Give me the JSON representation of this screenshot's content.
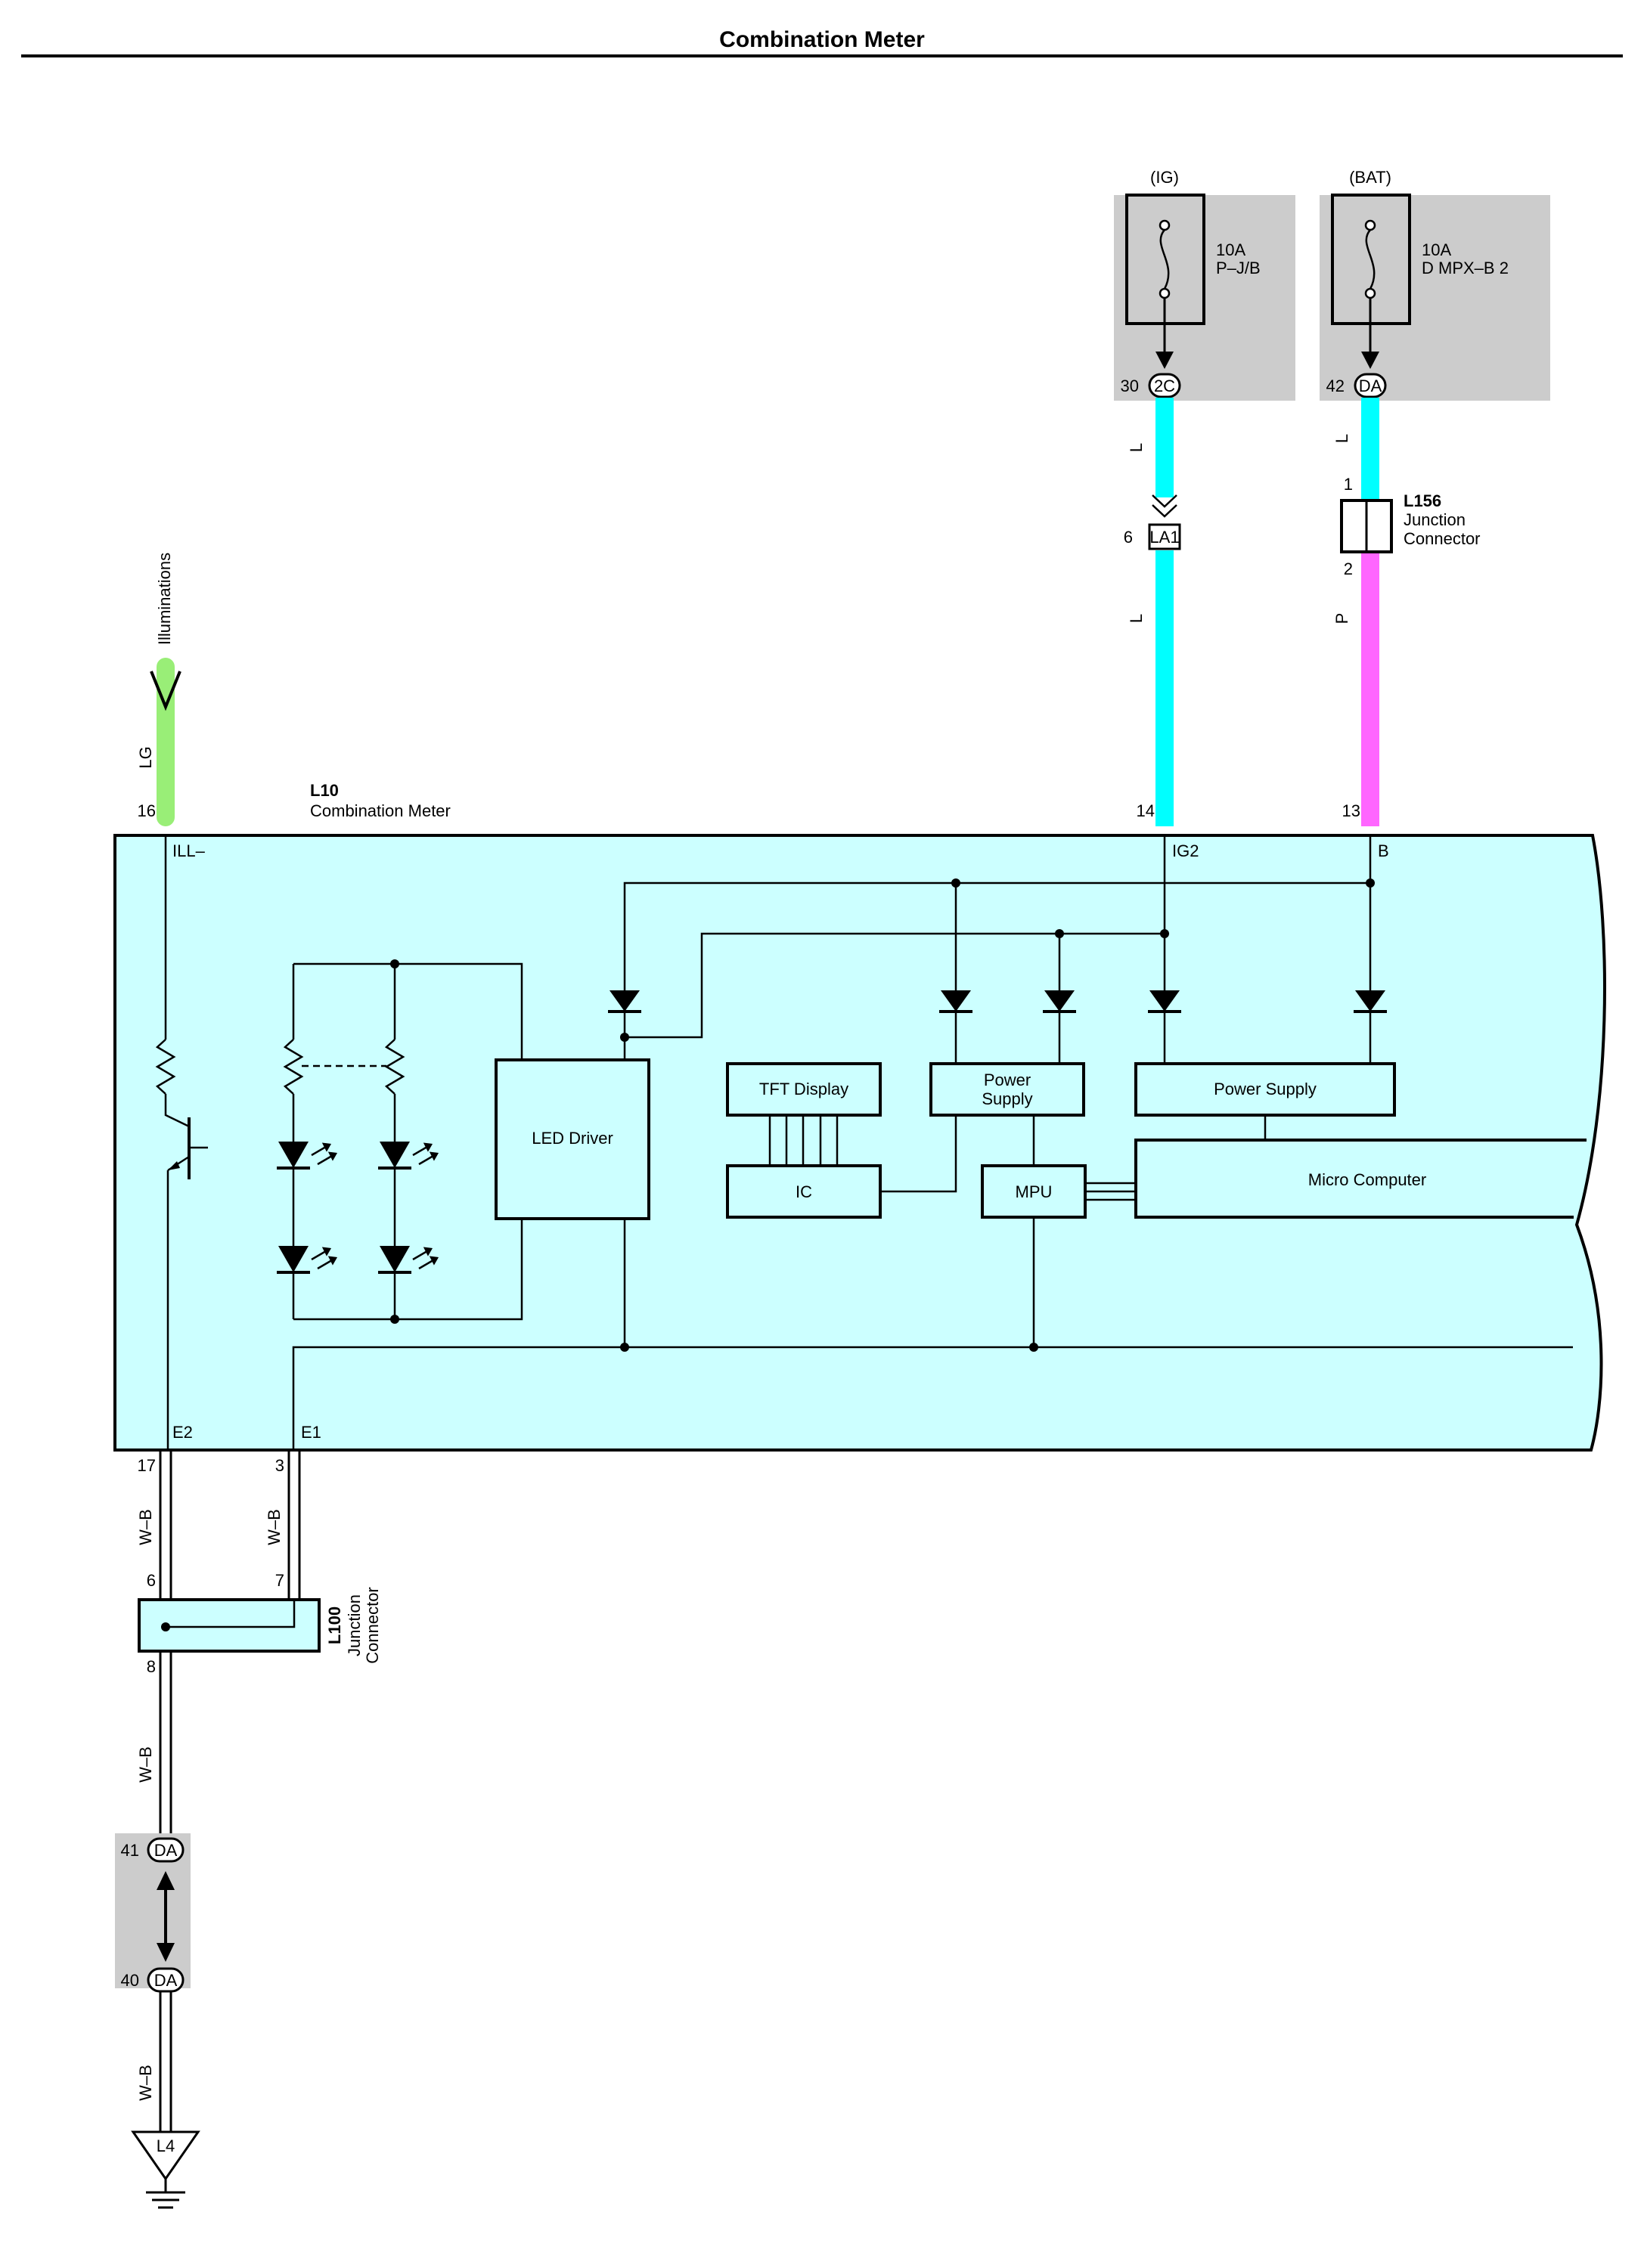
{
  "title": "Combination Meter",
  "colors": {
    "meter_fill": "#ccffff",
    "shade": "#cccccc",
    "wire_L": "#00ffff",
    "wire_P": "#ff66ff",
    "wire_LG": "#99ee77"
  },
  "sources": {
    "ig": {
      "label": "(IG)",
      "amp": "10A",
      "name": "P–J/B",
      "pin": "30",
      "connector": "2C"
    },
    "bat": {
      "label": "(BAT)",
      "amp": "10A",
      "name": "D MPX–B 2",
      "pin": "42",
      "connector": "DA"
    }
  },
  "wires": {
    "ig_upper": "L",
    "ig_lower": "L",
    "bat_upper": "L",
    "bat_lower": "P",
    "illum": "LG",
    "e2_upper": "W–B",
    "e1": "W–B",
    "gnd_mid": "W–B",
    "gnd_low": "W–B"
  },
  "connectors": {
    "la1": {
      "label": "LA1",
      "pin": "6"
    },
    "l156": {
      "id": "L156",
      "line1": "Junction",
      "line2": "Connector",
      "pin_in": "1",
      "pin_out": "2"
    },
    "l100": {
      "id": "L100",
      "line1": "Junction",
      "line2": "Connector",
      "pin_a": "6",
      "pin_b": "7",
      "pin_out": "8"
    },
    "da_upper": {
      "pin": "41",
      "label": "DA"
    },
    "da_lower": {
      "pin": "40",
      "label": "DA"
    },
    "ground": {
      "label": "L4"
    }
  },
  "illum": {
    "label": "Illuminations"
  },
  "meter": {
    "id": "L10",
    "name": "Combination Meter",
    "pins": {
      "ill": {
        "num": "16",
        "name": "ILL–"
      },
      "ig2": {
        "num": "14",
        "name": "IG2"
      },
      "b": {
        "num": "13",
        "name": "B"
      },
      "e2": {
        "num": "17",
        "name": "E2"
      },
      "e1": {
        "num": "3",
        "name": "E1"
      }
    },
    "blocks": {
      "led_driver": "LED Driver",
      "tft": "TFT Display",
      "ic": "IC",
      "ps_small_1": "Power",
      "ps_small_2": "Supply",
      "ps_large": "Power Supply",
      "mpu": "MPU",
      "micro": "Micro Computer"
    }
  }
}
